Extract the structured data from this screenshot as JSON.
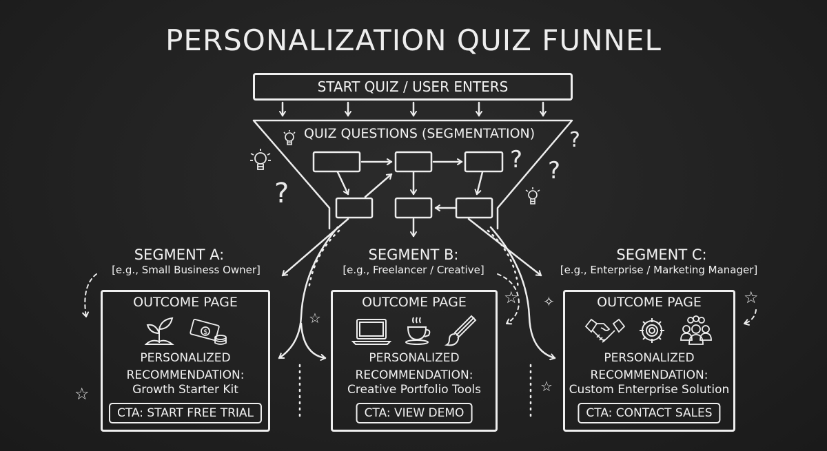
{
  "title": "PERSONALIZATION QUIZ FUNNEL",
  "start": {
    "label": "START QUIZ / USER ENTERS"
  },
  "funnel": {
    "label": "QUIZ QUESTIONS (SEGMENTATION)"
  },
  "segments": [
    {
      "title": "SEGMENT A:",
      "example": "[e.g., Small Business Owner]",
      "outcome_title": "OUTCOME PAGE",
      "icons": [
        "plant-sprout-icon",
        "money-coins-icon"
      ],
      "rec_line1": "PERSONALIZED",
      "rec_line2": "RECOMMENDATION:",
      "rec_name": "Growth Starter Kit",
      "cta": "CTA: START FREE TRIAL"
    },
    {
      "title": "SEGMENT B:",
      "example": "[e.g., Freelancer / Creative]",
      "outcome_title": "OUTCOME PAGE",
      "icons": [
        "laptop-icon",
        "coffee-cup-icon",
        "paintbrush-icon"
      ],
      "rec_line1": "PERSONALIZED",
      "rec_line2": "RECOMMENDATION:",
      "rec_name": "Creative Portfolio Tools",
      "cta": "CTA: VIEW DEMO"
    },
    {
      "title": "SEGMENT C:",
      "example": "[e.g., Enterprise / Marketing Manager]",
      "outcome_title": "OUTCOME PAGE",
      "icons": [
        "handshake-icon",
        "gear-icon",
        "team-icon"
      ],
      "rec_line1": "PERSONALIZED",
      "rec_line2": "RECOMMENDATION:",
      "rec_name": "Custom Enterprise Solution",
      "cta": "CTA: CONTACT SALES"
    }
  ],
  "decorations": {
    "question": "?",
    "star": "☆",
    "sparkle": "✧"
  }
}
